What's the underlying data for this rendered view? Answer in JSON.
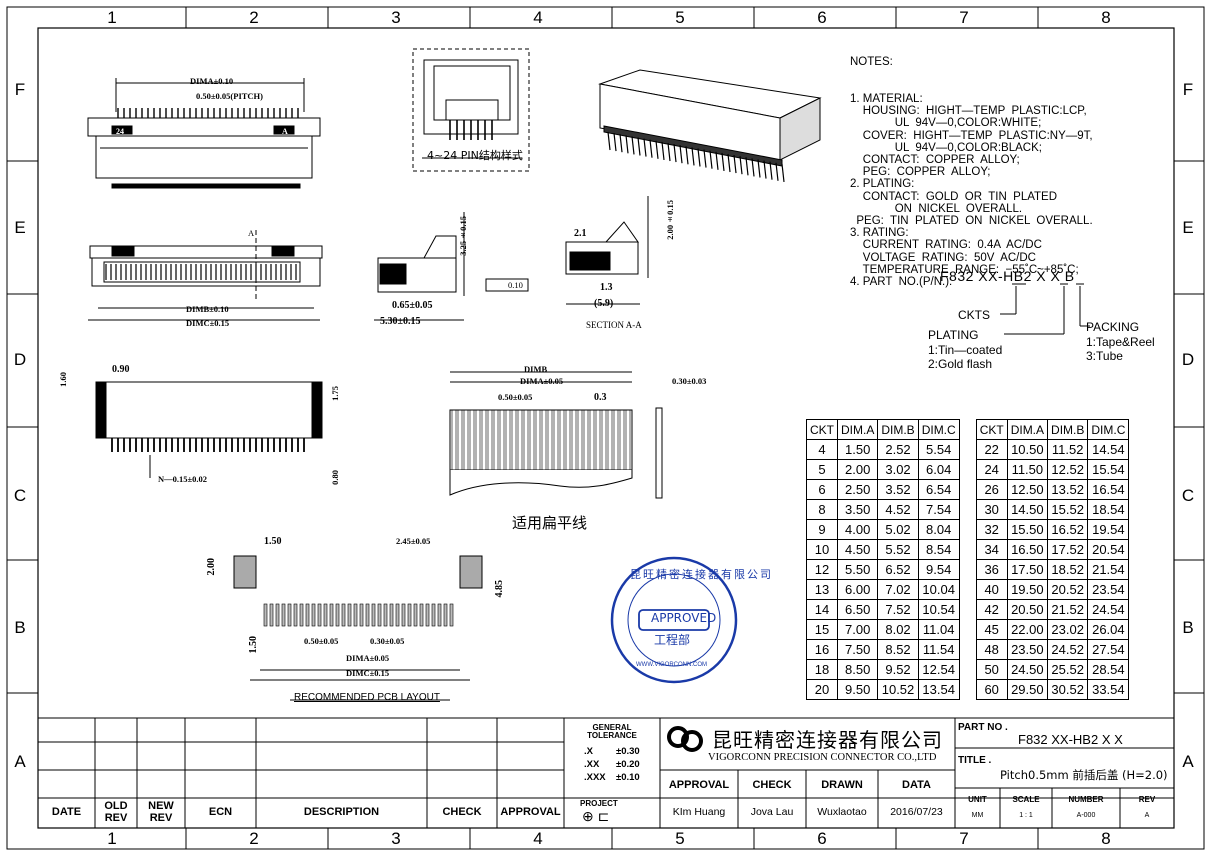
{
  "zones": {
    "columns": [
      "1",
      "2",
      "3",
      "4",
      "5",
      "6",
      "7",
      "8"
    ],
    "rows": [
      "F",
      "E",
      "D",
      "C",
      "B",
      "A"
    ]
  },
  "notes": {
    "header": "NOTES:",
    "lines": [
      "1. MATERIAL:",
      "    HOUSING:  HIGHT—TEMP  PLASTIC:LCP,",
      "              UL  94V—0,COLOR:WHITE;",
      "    COVER:  HIGHT—TEMP  PLASTIC:NY—9T,",
      "              UL  94V—0,COLOR:BLACK;",
      "    CONTACT:  COPPER  ALLOY;",
      "    PEG:  COPPER  ALLOY;",
      "2. PLATING:",
      "    CONTACT:  GOLD  OR  TIN  PLATED",
      "              ON  NICKEL  OVERALL.",
      "  PEG:  TIN  PLATED  ON  NICKEL  OVERALL.",
      "3. RATING:",
      "    CURRENT  RATING:  0.4A  AC/DC",
      "    VOLTAGE  RATING:  50V  AC/DC",
      "    TEMPERATURE  RANGE:  −55˚C~+85˚C;",
      "4. PART  NO.(P/N.):"
    ]
  },
  "part_code": {
    "full": "F832 XX-HB2 X X B",
    "ckts": "CKTS",
    "plating": "PLATING",
    "plating_opts": [
      "1:Tin—coated",
      "2:Gold  flash"
    ],
    "packing": "PACKING",
    "packing_opts": [
      "1:Tape&Reel",
      "3:Tube"
    ]
  },
  "drawing_labels": {
    "pin_style": "4~24  PIN结构样式",
    "section": "SECTION  A-A",
    "flat_cable": "适用扁平线",
    "pcb_layout": "RECOMMENDED  PCB  LAYOUT",
    "n_pins": "N—0.15±0.02",
    "dims": {
      "dima_top": "DIMA±0.10",
      "pitch_top": "0.50±0.05(PITCH)",
      "dimb_mid": "DIMB±0.10",
      "dimc_mid": "DIMC±0.15",
      "h325": "3.25±0.15",
      "d065": "0.65±0.05",
      "d530": "5.30±0.15",
      "d21": "2.1",
      "d200": "2.00±0.15",
      "d13": "1.3",
      "d59": "(5.9)",
      "flat": "0.10",
      "d160": "1.60",
      "d090": "0.90",
      "d175": "1.75",
      "d080": "0.80",
      "dimb_fc": "DIMB",
      "dima_fc": "DIMA±0.05",
      "pitch_fc": "0.50±0.05",
      "d03": "0.3",
      "d030": "0.30±0.03",
      "d150": "1.50",
      "d245": "2.45±0.05",
      "d200b": "2.00",
      "d485": "4.85",
      "d150b": "1.50",
      "pitch_pcb": "0.50±0.05",
      "d030b": "0.30±0.05",
      "dima_pcb": "DIMA±0.05",
      "dimc_pcb": "DIMC±0.15",
      "a_mark": "A",
      "pin24": "24"
    }
  },
  "dimension_table": {
    "headers": [
      "CKT",
      "DIM.A",
      "DIM.B",
      "DIM.C"
    ],
    "left": [
      [
        "4",
        "1.50",
        "2.52",
        "5.54"
      ],
      [
        "5",
        "2.00",
        "3.02",
        "6.04"
      ],
      [
        "6",
        "2.50",
        "3.52",
        "6.54"
      ],
      [
        "8",
        "3.50",
        "4.52",
        "7.54"
      ],
      [
        "9",
        "4.00",
        "5.02",
        "8.04"
      ],
      [
        "10",
        "4.50",
        "5.52",
        "8.54"
      ],
      [
        "12",
        "5.50",
        "6.52",
        "9.54"
      ],
      [
        "13",
        "6.00",
        "7.02",
        "10.04"
      ],
      [
        "14",
        "6.50",
        "7.52",
        "10.54"
      ],
      [
        "15",
        "7.00",
        "8.02",
        "11.04"
      ],
      [
        "16",
        "7.50",
        "8.52",
        "11.54"
      ],
      [
        "18",
        "8.50",
        "9.52",
        "12.54"
      ],
      [
        "20",
        "9.50",
        "10.52",
        "13.54"
      ]
    ],
    "right": [
      [
        "22",
        "10.50",
        "11.52",
        "14.54"
      ],
      [
        "24",
        "11.50",
        "12.52",
        "15.54"
      ],
      [
        "26",
        "12.50",
        "13.52",
        "16.54"
      ],
      [
        "30",
        "14.50",
        "15.52",
        "18.54"
      ],
      [
        "32",
        "15.50",
        "16.52",
        "19.54"
      ],
      [
        "34",
        "16.50",
        "17.52",
        "20.54"
      ],
      [
        "36",
        "17.50",
        "18.52",
        "21.54"
      ],
      [
        "40",
        "19.50",
        "20.52",
        "23.54"
      ],
      [
        "42",
        "20.50",
        "21.52",
        "24.54"
      ],
      [
        "45",
        "22.00",
        "23.02",
        "26.04"
      ],
      [
        "48",
        "23.50",
        "24.52",
        "27.54"
      ],
      [
        "50",
        "24.50",
        "25.52",
        "28.54"
      ],
      [
        "60",
        "29.50",
        "30.52",
        "33.54"
      ]
    ]
  },
  "stamp": {
    "center": "APPROVED",
    "dept": "工程部",
    "ring": "昆旺精密连接器有限公司",
    "url": "WWW.VIGORCONN.COM"
  },
  "title_block": {
    "rev_headers": [
      "DATE",
      "OLD\nREV",
      "NEW\nREV",
      "ECN",
      "DESCRIPTION",
      "CHECK",
      "APPROVAL"
    ],
    "tolerance_title": "GENERAL\nTOLERANCE",
    "tolerances": [
      [
        ".X",
        "±0.30"
      ],
      [
        ".XX",
        "±0.20"
      ],
      [
        ".XXX",
        "±0.10"
      ]
    ],
    "project": "PROJECT",
    "company_cn": "昆旺精密连接器有限公司",
    "company_en": "VIGORCONN PRECISION CONNECTOR CO.,LTD",
    "sign_headers": [
      "APPROVAL",
      "CHECK",
      "DRAWN",
      "DATA"
    ],
    "sign_values": [
      "KIm Huang",
      "Jova Lau",
      "Wuxlaotao",
      "2016/07/23"
    ],
    "part_no_label": "PART NO .",
    "part_no": "F832 XX-HB2 X X",
    "title_label": "TITLE .",
    "title": "Pitch0.5mm 前插后盖  (H=2.0)",
    "meta_headers": [
      "UNIT",
      "SCALE",
      "NUMBER",
      "REV"
    ],
    "meta_values": [
      "MM",
      "1 : 1",
      "A-000",
      "A"
    ]
  }
}
